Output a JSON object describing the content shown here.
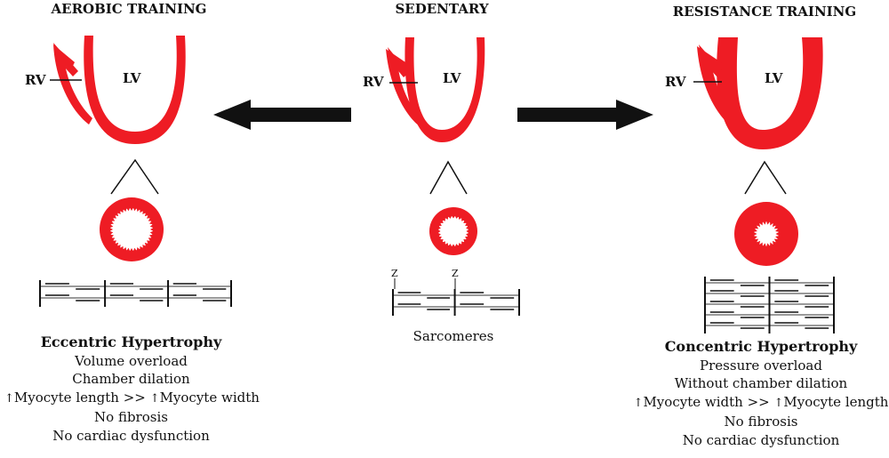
{
  "panels": {
    "aerobic": {
      "header": "AEROBIC TRAINING",
      "rv": "RV",
      "lv": "LV",
      "title": "Eccentric Hypertrophy",
      "lines": [
        "Volume overload",
        "Chamber dilation"
      ],
      "ratio": {
        "left": "Myocyte length",
        "op": ">>",
        "right": "Myocyte width"
      },
      "tail": [
        "No fibrosis",
        "No cardiac dysfunction"
      ]
    },
    "sedentary": {
      "header": "SEDENTARY",
      "rv": "RV",
      "lv": "LV",
      "z_labels": [
        "Z",
        "Z"
      ],
      "caption": "Sarcomeres"
    },
    "resistance": {
      "header": "RESISTANCE TRAINING",
      "rv": "RV",
      "lv": "LV",
      "title": "Concentric Hypertrophy",
      "lines": [
        "Pressure overload",
        "Without chamber dilation"
      ],
      "ratio": {
        "left": "Myocyte width",
        "op": ">>",
        "right": "Myocyte length"
      },
      "tail": [
        "No fibrosis",
        "No cardiac dysfunction"
      ]
    }
  },
  "colors": {
    "muscle": "#ee1c24",
    "ink": "#111111",
    "filament": "#9a9a9a"
  },
  "icons": {
    "increase": "up-arrow-icon",
    "transition": "right-arrow-icon"
  }
}
